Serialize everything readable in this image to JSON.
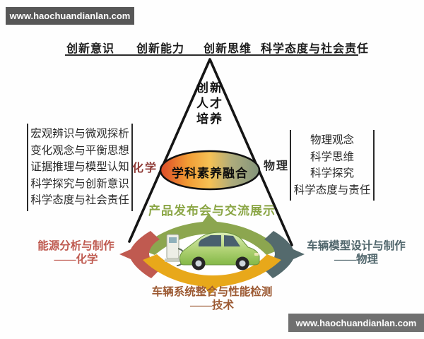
{
  "watermarks": {
    "top_left": "www.haochuandianlan.com",
    "bottom_right": "www.haochuandianlan.com"
  },
  "header": {
    "labels": [
      "创新意识",
      "创新能力",
      "创新思维",
      "科学态度与社会责任"
    ]
  },
  "cone": {
    "lines": [
      "创新",
      "人才",
      "培养"
    ]
  },
  "left_panel": {
    "lines": [
      "宏观辨识与微观探析",
      "变化观念与平衡思想",
      "证据推理与模型认知",
      "科学探究与创新意识",
      "科学态度与社会责任"
    ],
    "subject": "化学"
  },
  "right_panel": {
    "lines": [
      "物理观念",
      "科学思维",
      "科学探究",
      "科学态度与责任"
    ],
    "subject": "物理"
  },
  "fusion": {
    "label": "学科素养融合",
    "gradient": [
      "#dc4a28",
      "#f29d35",
      "#f5c155",
      "#aeac7c",
      "#82947b"
    ]
  },
  "activities": {
    "top": {
      "label": "产品发布会与交流展示",
      "color": "#8ba646"
    },
    "left": {
      "line1": "能源分析与制作",
      "line2": "——化学",
      "color": "#bf5a50"
    },
    "right": {
      "line1": "车辆模型设计与制作",
      "line2": "——物理",
      "color": "#4f656b"
    },
    "bottom": {
      "line1": "车辆系统整合与性能检测",
      "line2": "——技术",
      "color": "#9c5a33"
    }
  },
  "cycle": {
    "colors": {
      "top": "#8ca64f",
      "left": "#c05a50",
      "right": "#546a6d",
      "bottom": "#e8a81a"
    }
  },
  "illustration": {
    "name": "electric-car-with-charger"
  }
}
